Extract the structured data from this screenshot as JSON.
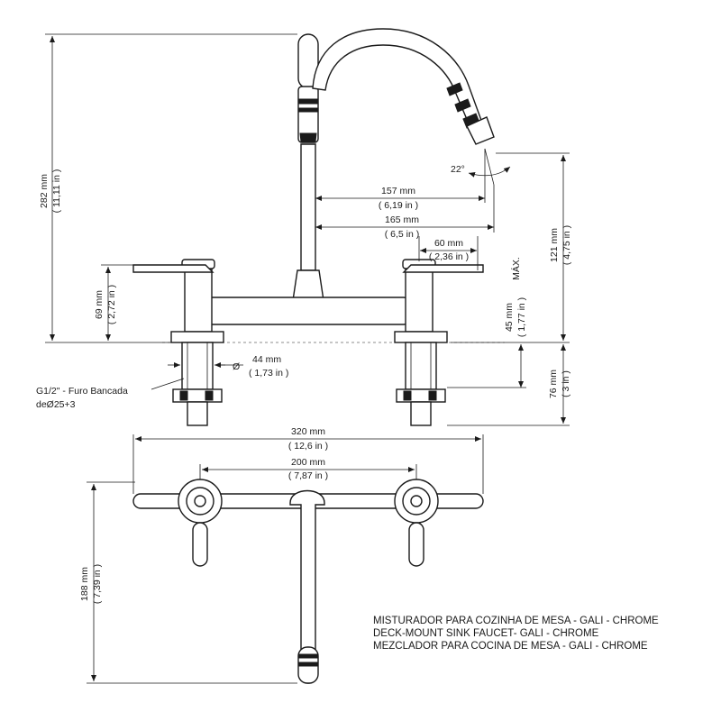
{
  "dimensions": {
    "height_total": {
      "mm": "282 mm",
      "in": "( 11,11 in )"
    },
    "handle_height": {
      "mm": "69 mm",
      "in": "( 2,72 in )"
    },
    "spout_reach_inner": {
      "mm": "157 mm",
      "in": "( 6,19 in )"
    },
    "spout_reach_outer": {
      "mm": "165 mm",
      "in": "( 6,5 in )"
    },
    "base_to_spout": {
      "mm": "60 mm",
      "in": "( 2,36 in )"
    },
    "spout_angle": "22°",
    "spout_height": {
      "mm": "121 mm",
      "in": "( 4,75 in )"
    },
    "deck_max": {
      "mm": "45 mm",
      "in": "( 1,77 in )",
      "note": "MÁX."
    },
    "hole_diameter": {
      "symbol": "Ø",
      "mm": "44 mm",
      "in": "( 1,73 in )"
    },
    "shank_length": {
      "mm": "76 mm",
      "in": "( 3 in )"
    },
    "overall_width": {
      "mm": "320 mm",
      "in": "( 12,6 in )"
    },
    "center_spacing": {
      "mm": "200 mm",
      "in": "( 7,87 in )"
    },
    "depth": {
      "mm": "188 mm",
      "in": "( 7,39 in )"
    }
  },
  "notes": {
    "thread_line1": "G1/2\" - Furo Bancada",
    "thread_line2": "deØ25+3"
  },
  "title_block": {
    "line_pt": "MISTURADOR PARA COZINHA DE MESA - GALI - CHROME",
    "line_en": "DECK-MOUNT SINK FAUCET- GALI - CHROME",
    "line_es": "MEZCLADOR PARA COCINA DE MESA - GALI - CHROME"
  }
}
